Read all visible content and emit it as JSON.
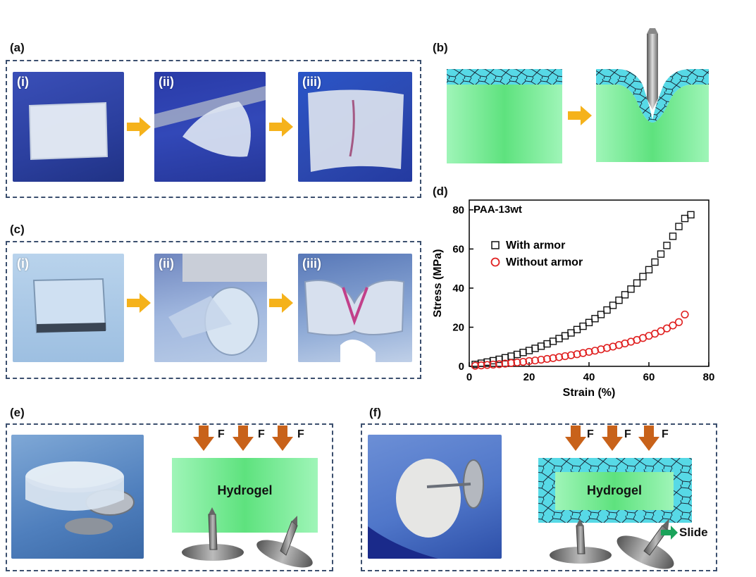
{
  "panels": {
    "a": {
      "label": "(a)",
      "sub": [
        "(i)",
        "(ii)",
        "(iii)"
      ]
    },
    "b": {
      "label": "(b)"
    },
    "c": {
      "label": "(c)",
      "sub": [
        "(i)",
        "(ii)",
        "(iii)"
      ]
    },
    "d": {
      "label": "(d)"
    },
    "e": {
      "label": "(e)",
      "force_labels": [
        "F",
        "F",
        "F"
      ],
      "hydrogel_label": "Hydrogel"
    },
    "f": {
      "label": "(f)",
      "force_labels": [
        "F",
        "F",
        "F"
      ],
      "hydrogel_label": "Hydrogel",
      "slide_label": "Slide"
    }
  },
  "colors": {
    "dash": "#3b4f6e",
    "arrow_yellow": "#f5b21b",
    "force_arrow": "#c8621a",
    "gel_green": "#5ee27e",
    "armor_cyan": "#57d9e6",
    "slide_green": "#1aa35a"
  },
  "chart_data": {
    "type": "scatter",
    "annotation": "PAA-13wt",
    "xlabel": "Strain (%)",
    "ylabel": "Stress (MPa)",
    "xlim": [
      0,
      80
    ],
    "ylim": [
      0,
      85
    ],
    "xticks": [
      0,
      20,
      40,
      60,
      80
    ],
    "yticks": [
      0,
      20,
      40,
      60,
      80
    ],
    "legend_position": "upper-left",
    "series": [
      {
        "name": "With armor",
        "marker": "square",
        "color": "#111111",
        "x": [
          2,
          4,
          6,
          8,
          10,
          12,
          14,
          16,
          18,
          20,
          22,
          24,
          26,
          28,
          30,
          32,
          34,
          36,
          38,
          40,
          42,
          44,
          46,
          48,
          50,
          52,
          54,
          56,
          58,
          60,
          62,
          64,
          66,
          68,
          70,
          72,
          74
        ],
        "y": [
          1.0,
          1.6,
          2.2,
          2.9,
          3.6,
          4.4,
          5.2,
          6.1,
          7.1,
          8.1,
          9.2,
          10.3,
          11.5,
          12.8,
          14.2,
          15.6,
          17.1,
          18.8,
          20.5,
          22.4,
          24.4,
          26.5,
          28.8,
          31.2,
          33.8,
          36.6,
          39.5,
          42.6,
          45.9,
          49.4,
          53.3,
          57.4,
          61.8,
          66.5,
          71.5,
          75.6,
          77.5
        ]
      },
      {
        "name": "Without armor",
        "marker": "circle",
        "color": "#e02020",
        "x": [
          2,
          4,
          6,
          8,
          10,
          12,
          14,
          16,
          18,
          20,
          22,
          24,
          26,
          28,
          30,
          32,
          34,
          36,
          38,
          40,
          42,
          44,
          46,
          48,
          50,
          52,
          54,
          56,
          58,
          60,
          62,
          64,
          66,
          68,
          70,
          72
        ],
        "y": [
          0.3,
          0.5,
          0.7,
          0.9,
          1.1,
          1.4,
          1.7,
          2.0,
          2.3,
          2.7,
          3.0,
          3.4,
          3.8,
          4.2,
          4.7,
          5.2,
          5.7,
          6.2,
          6.8,
          7.4,
          8.0,
          8.7,
          9.4,
          10.1,
          10.9,
          11.7,
          12.6,
          13.5,
          14.5,
          15.6,
          16.7,
          18.0,
          19.4,
          20.9,
          22.6,
          26.5
        ]
      }
    ]
  }
}
